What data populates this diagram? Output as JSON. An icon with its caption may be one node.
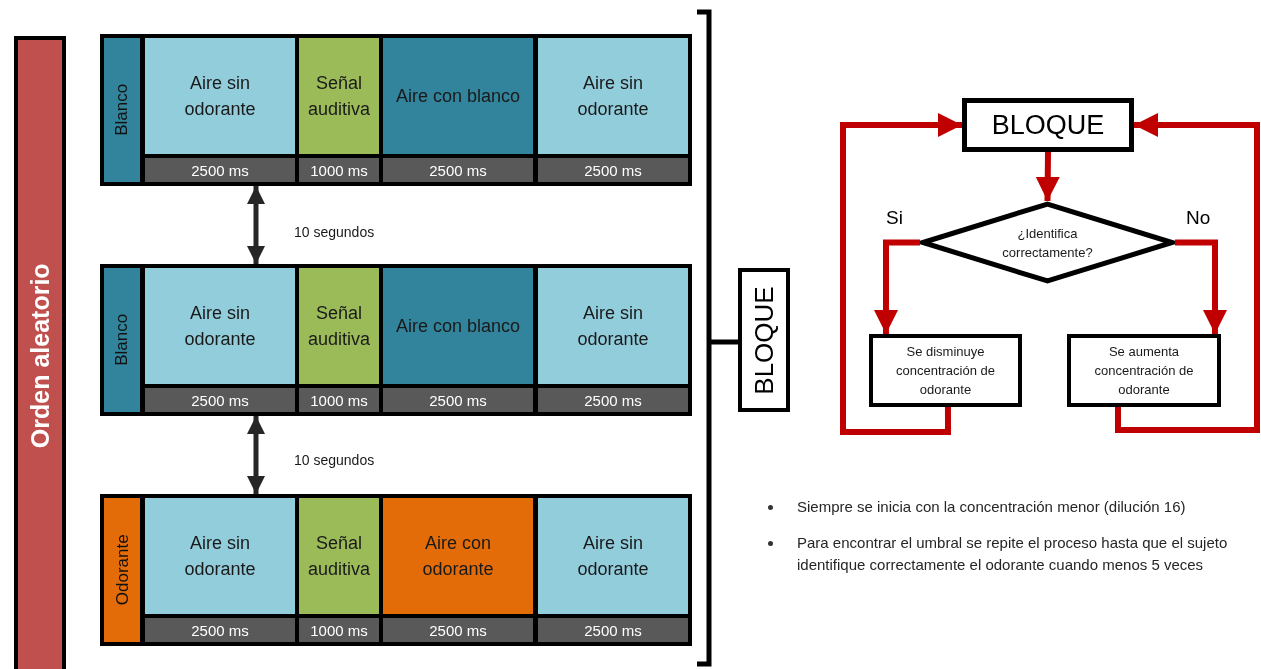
{
  "diagram": {
    "nodes": [
      {
        "text": [
          "Orden aleatorio"
        ]
      },
      {
        "text": [],
        "shape": "box"
      },
      {
        "text": [
          "Blanco"
        ],
        "in": 1
      },
      {
        "text": [
          "Aire sin odorante"
        ],
        "in": 1,
        "beside": [
          "2500 ms"
        ]
      },
      {
        "text": [
          "Señal auditiva"
        ],
        "in": 1,
        "beside": [
          "1000 ms"
        ]
      },
      {
        "text": [
          "Aire con blanco"
        ],
        "in": 1,
        "beside": [
          "2500 ms"
        ]
      },
      {
        "text": [
          "Aire sin odorante"
        ],
        "in": 1,
        "beside": [
          "2500 ms"
        ]
      },
      {
        "text": [],
        "shape": "box"
      },
      {
        "text": [
          "Blanco"
        ],
        "in": 7
      },
      {
        "text": [
          "Aire sin odorante"
        ],
        "in": 7,
        "beside": [
          "2500 ms"
        ]
      },
      {
        "text": [
          "Señal auditiva"
        ],
        "in": 7,
        "beside": [
          "1000 ms"
        ]
      },
      {
        "text": [
          "Aire con blanco"
        ],
        "in": 7,
        "beside": [
          "2500 ms"
        ]
      },
      {
        "text": [
          "Aire sin odorante"
        ],
        "in": 7,
        "beside": [
          "2500 ms"
        ]
      },
      {
        "text": [],
        "shape": "box"
      },
      {
        "text": [
          "Odorante"
        ],
        "in": 13
      },
      {
        "text": [
          "Aire sin odorante"
        ],
        "in": 13,
        "beside": [
          "2500 ms"
        ]
      },
      {
        "text": [
          "Señal auditiva"
        ],
        "in": 13,
        "beside": [
          "1000 ms"
        ]
      },
      {
        "text": [
          "Aire con odorante"
        ],
        "in": 13,
        "beside": [
          "2500 ms"
        ]
      },
      {
        "text": [
          "Aire sin odorante"
        ],
        "in": 13,
        "beside": [
          "2500 ms"
        ]
      },
      {
        "text": [
          "BLOQUE"
        ]
      },
      {
        "text": [
          "BLOQUE"
        ]
      },
      {
        "text": [
          "¿Identifica correctamente?"
        ]
      },
      {
        "text": [
          "Se disminuye concentración de odorante"
        ]
      },
      {
        "text": [
          "Se aumenta concentración de odorante"
        ]
      }
    ],
    "edges": [
      {
        "from": 1,
        "to": 7,
        "arrow": "both",
        "label": "10 segundos",
        "color": "#262626"
      },
      {
        "from": 7,
        "to": 13,
        "arrow": "both",
        "label": "10 segundos",
        "color": "#262626"
      },
      {
        "from": 20,
        "to": 21,
        "arrow": "to"
      },
      {
        "from": 21,
        "to": 22,
        "arrow": "to",
        "label": "Si"
      },
      {
        "from": 21,
        "to": 23,
        "arrow": "to",
        "label": "No"
      },
      {
        "from": 22,
        "to": 20,
        "arrow": "to"
      },
      {
        "from": 23,
        "to": 20,
        "arrow": "to"
      }
    ],
    "labels": [
      "Siempre se inicia con la concentración menor (dilución 16)",
      "Para encontrar el umbral se repite el proceso hasta que el sujeto identifique correctamente el odorante cuando menos 5 veces"
    ]
  }
}
